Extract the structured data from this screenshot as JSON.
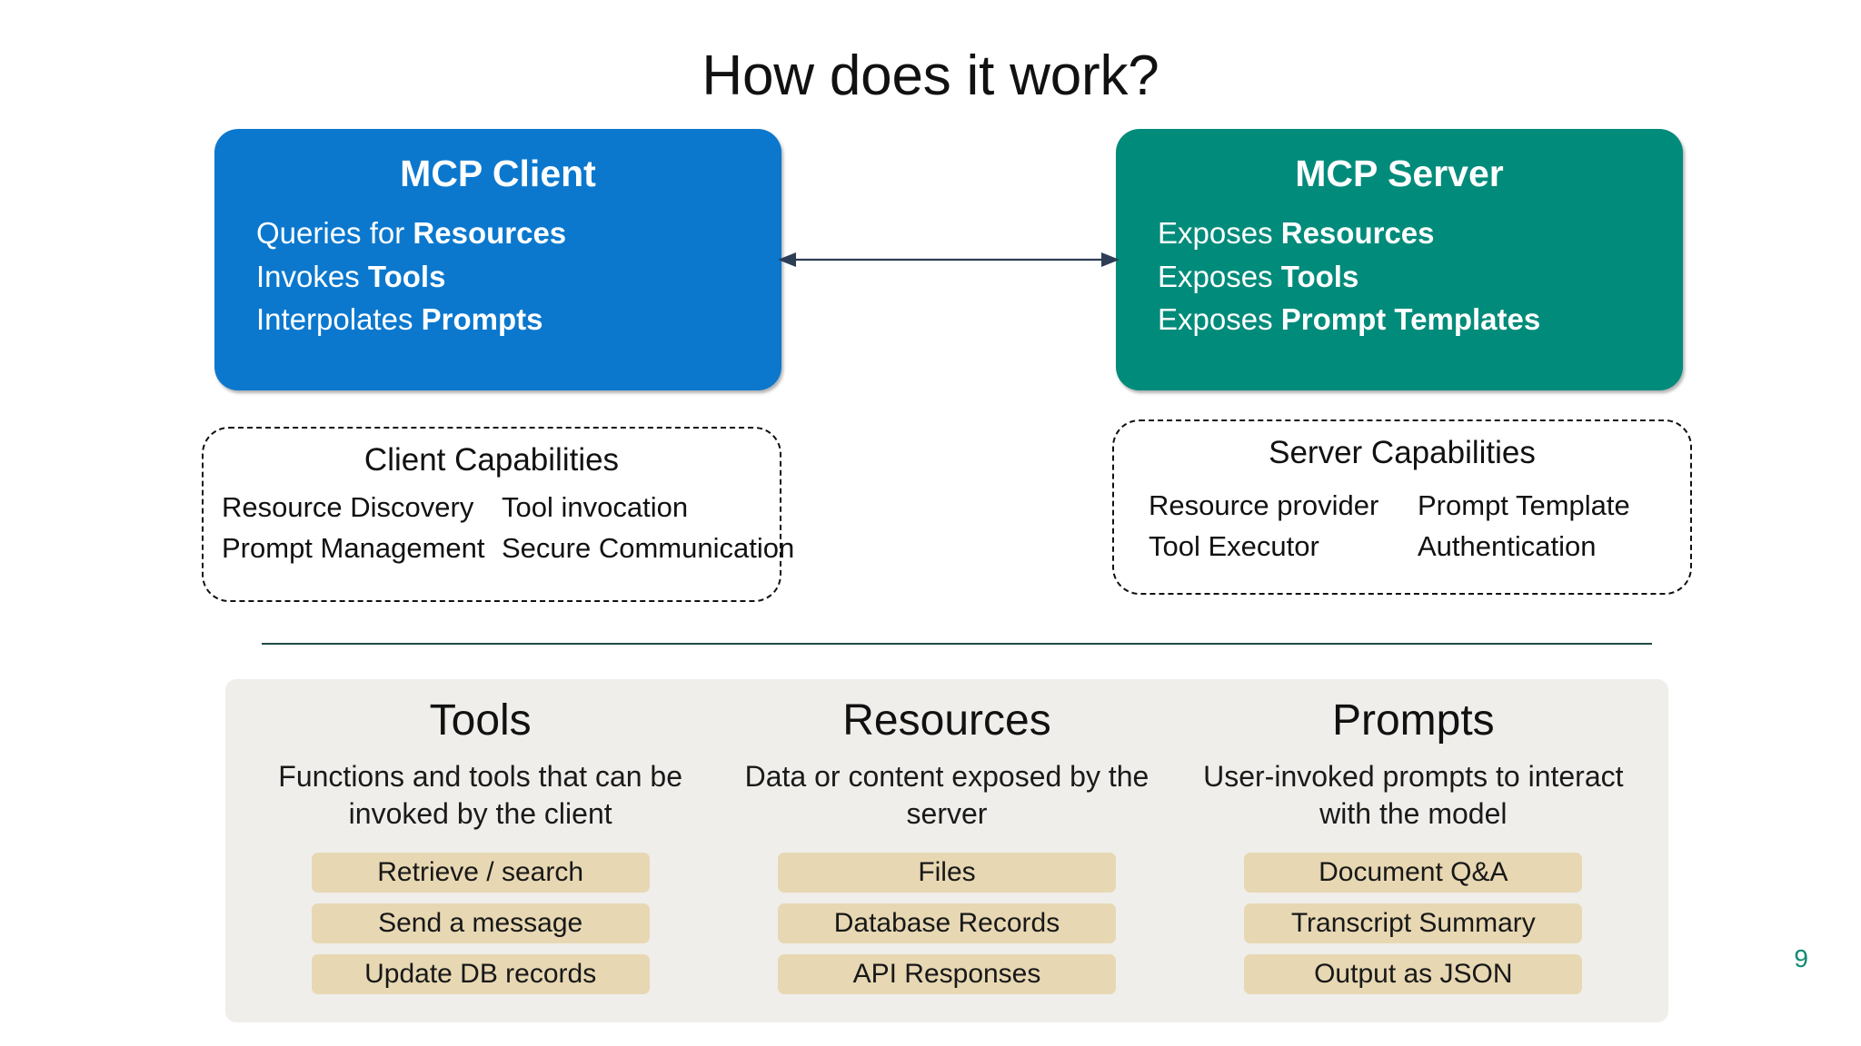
{
  "slide": {
    "title": "How does it work?",
    "page_number": "9",
    "accent_blue": "#0B78CE",
    "accent_green": "#018B7B",
    "chip_color": "#E7D8B3",
    "panel_color": "#EFEEEB",
    "page_number_color": "#0d8a72"
  },
  "client_box": {
    "title": "MCP Client",
    "lines": [
      {
        "prefix": "Queries for ",
        "strong": "Resources"
      },
      {
        "prefix": "Invokes ",
        "strong": "Tools"
      },
      {
        "prefix": "Interpolates ",
        "strong": "Prompts"
      }
    ]
  },
  "server_box": {
    "title": "MCP Server",
    "lines": [
      {
        "prefix": "Exposes ",
        "strong": "Resources"
      },
      {
        "prefix": "Exposes ",
        "strong": "Tools"
      },
      {
        "prefix": "Exposes ",
        "strong": "Prompt Templates"
      }
    ]
  },
  "connector": {
    "name": "bidirectional-arrow",
    "direction": "both"
  },
  "client_capabilities": {
    "title": "Client Capabilities",
    "items": [
      "Resource Discovery",
      "Tool invocation",
      "Prompt Management",
      "Secure Communication"
    ]
  },
  "server_capabilities": {
    "title": "Server Capabilities",
    "items": [
      "Resource provider",
      "Prompt Template",
      "Tool Executor",
      "Authentication"
    ]
  },
  "panel": {
    "columns": [
      {
        "title": "Tools",
        "description": "Functions and tools that can be invoked by the client",
        "chips": [
          "Retrieve / search",
          "Send a message",
          "Update DB records"
        ]
      },
      {
        "title": "Resources",
        "description": "Data or content exposed by the server",
        "chips": [
          "Files",
          "Database Records",
          "API Responses"
        ]
      },
      {
        "title": "Prompts",
        "description": "User-invoked prompts to interact with the model",
        "chips": [
          "Document Q&A",
          "Transcript Summary",
          "Output as JSON"
        ]
      }
    ]
  }
}
